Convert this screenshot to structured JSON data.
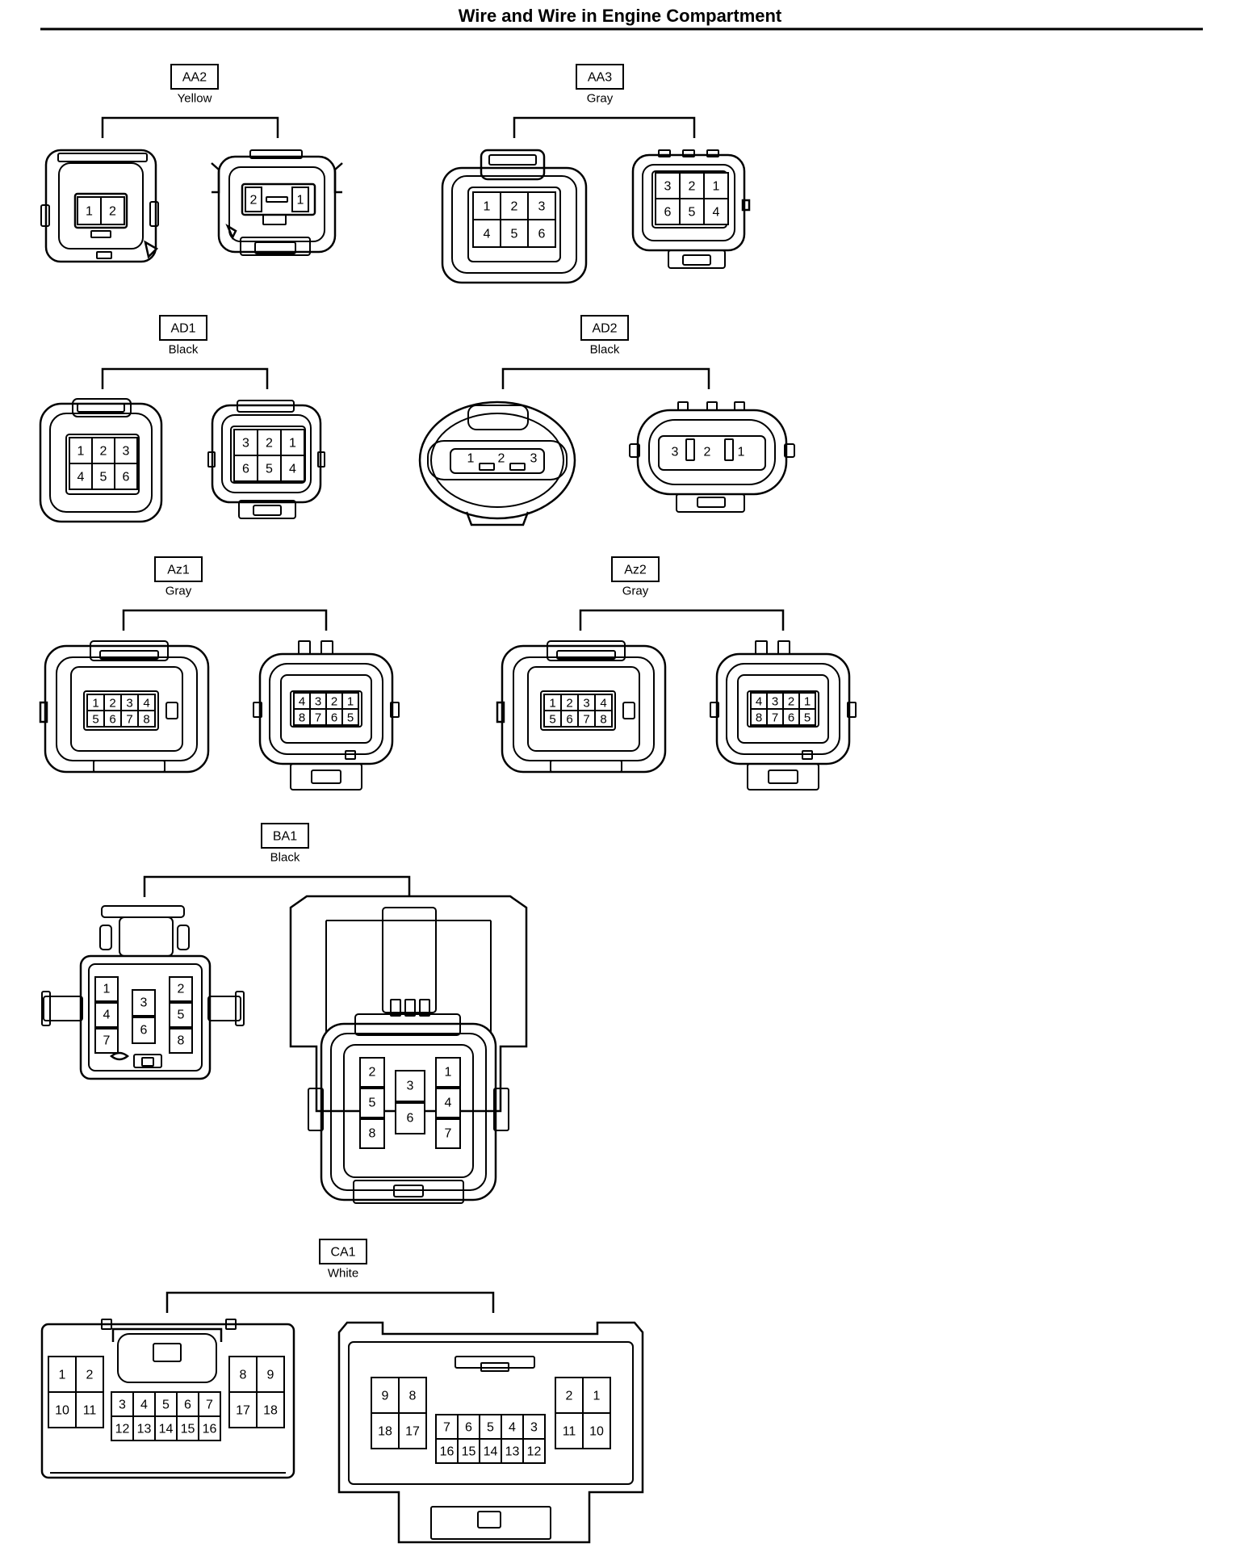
{
  "page": {
    "title": "Wire and Wire in Engine Compartment"
  },
  "connectors": [
    {
      "id": "AA2",
      "color": "Yellow",
      "left": {
        "shape": "type-a2-female",
        "rows": [
          [
            "1",
            "2"
          ]
        ]
      },
      "right": {
        "shape": "type-a2-male",
        "rows": [
          [
            "2",
            "1"
          ]
        ]
      }
    },
    {
      "id": "AA3",
      "color": "Gray",
      "left": {
        "shape": "tall-female",
        "rows": [
          [
            "1",
            "2",
            "3"
          ],
          [
            "4",
            "5",
            "6"
          ]
        ]
      },
      "right": {
        "shape": "rect-male",
        "rows": [
          [
            "3",
            "2",
            "1"
          ],
          [
            "6",
            "5",
            "4"
          ]
        ]
      }
    },
    {
      "id": "AD1",
      "color": "Black",
      "left": {
        "shape": "round-female",
        "rows": [
          [
            "1",
            "2",
            "3"
          ],
          [
            "4",
            "5",
            "6"
          ]
        ]
      },
      "right": {
        "shape": "small-male",
        "rows": [
          [
            "3",
            "2",
            "1"
          ],
          [
            "6",
            "5",
            "4"
          ]
        ]
      }
    },
    {
      "id": "AD2",
      "color": "Black",
      "left": {
        "shape": "oval-female",
        "rows": [
          [
            "1",
            "2",
            "3"
          ]
        ]
      },
      "right": {
        "shape": "oval-male",
        "rows": [
          [
            "3",
            "2",
            "1"
          ]
        ]
      }
    },
    {
      "id": "Az1",
      "color": "Gray",
      "left": {
        "shape": "wide-female",
        "rows": [
          [
            "1",
            "2",
            "3",
            "4"
          ],
          [
            "5",
            "6",
            "7",
            "8"
          ]
        ]
      },
      "right": {
        "shape": "wide-male",
        "rows": [
          [
            "4",
            "3",
            "2",
            "1"
          ],
          [
            "8",
            "7",
            "6",
            "5"
          ]
        ]
      }
    },
    {
      "id": "Az2",
      "color": "Gray",
      "left": {
        "shape": "wide-female",
        "rows": [
          [
            "1",
            "2",
            "3",
            "4"
          ],
          [
            "5",
            "6",
            "7",
            "8"
          ]
        ]
      },
      "right": {
        "shape": "wide-male",
        "rows": [
          [
            "4",
            "3",
            "2",
            "1"
          ],
          [
            "8",
            "7",
            "6",
            "5"
          ]
        ]
      }
    },
    {
      "id": "BA1",
      "color": "Black",
      "left": {
        "shape": "ba-female",
        "columns": [
          [
            "1",
            "4",
            "7"
          ],
          [
            "3",
            "6"
          ],
          [
            "2",
            "5",
            "8"
          ]
        ]
      },
      "right": {
        "shape": "ba-male",
        "columns": [
          [
            "2",
            "5",
            "8"
          ],
          [
            "3",
            "6"
          ],
          [
            "1",
            "4",
            "7"
          ]
        ]
      }
    },
    {
      "id": "CA1",
      "color": "White",
      "left": {
        "shape": "ca-female",
        "left_block": [
          [
            "1",
            "2"
          ],
          [
            "10",
            "11"
          ]
        ],
        "center_block": [
          [
            "3",
            "4",
            "5",
            "6",
            "7"
          ],
          [
            "12",
            "13",
            "14",
            "15",
            "16"
          ]
        ],
        "right_block": [
          [
            "8",
            "9"
          ],
          [
            "17",
            "18"
          ]
        ]
      },
      "right": {
        "shape": "ca-male",
        "left_block": [
          [
            "9",
            "8"
          ],
          [
            "18",
            "17"
          ]
        ],
        "center_block": [
          [
            "7",
            "6",
            "5",
            "4",
            "3"
          ],
          [
            "16",
            "15",
            "14",
            "13",
            "12"
          ]
        ],
        "right_block": [
          [
            "2",
            "1"
          ],
          [
            "11",
            "10"
          ]
        ]
      }
    }
  ]
}
